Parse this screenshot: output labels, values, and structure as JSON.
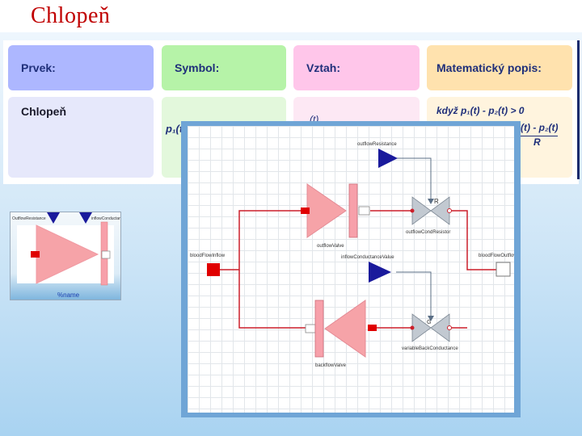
{
  "slide": {
    "title": "Chlopeň"
  },
  "table": {
    "headers": {
      "prvek": "Prvek:",
      "symbol": "Symbol:",
      "vztah": "Vztah:",
      "matematicky_popis": "Matematický popis:"
    },
    "row": {
      "prvek": "Chlopeň",
      "symbol_fragment": "p₁(t",
      "vztah_fragment": "(t)",
      "math_line1": "když  p₁(t) - p₂(t) > 0",
      "math_line2_fragment": "(t) - p₂(t)",
      "math_line3_fragment": "R"
    }
  },
  "icon_box": {
    "left_label": "OutflowResistance",
    "right_label": "inflowConductance",
    "name_label": "%name",
    "colors": {
      "triangle": "#f6a3a8",
      "plate": "#f7a0aa",
      "port": "#e00000",
      "arrow": "#1a1a9c"
    }
  },
  "diagram": {
    "labels": {
      "outflow_resistance": "outflowResistance",
      "outflow_valve": "outflowValve",
      "outflow_cond_resistor": "outflowCondResistor",
      "blood_flow_inflow": "bloodFlowInflow",
      "inflow_conductance_value": "inflowConductanceValue",
      "blood_flow_outflow": "bloodFlowOutflow",
      "backflow_valve": "backflowValve",
      "variable_back_conductance": "variableBackConductance",
      "resistor_letter": "R",
      "conductance_letter": "G"
    },
    "colors": {
      "wire": "#cc1f2a",
      "triangle": "#f6a3a8",
      "signal": "#1a1a9c",
      "signal_line": "#5b6f86",
      "valve": "#c2c9d1"
    }
  }
}
